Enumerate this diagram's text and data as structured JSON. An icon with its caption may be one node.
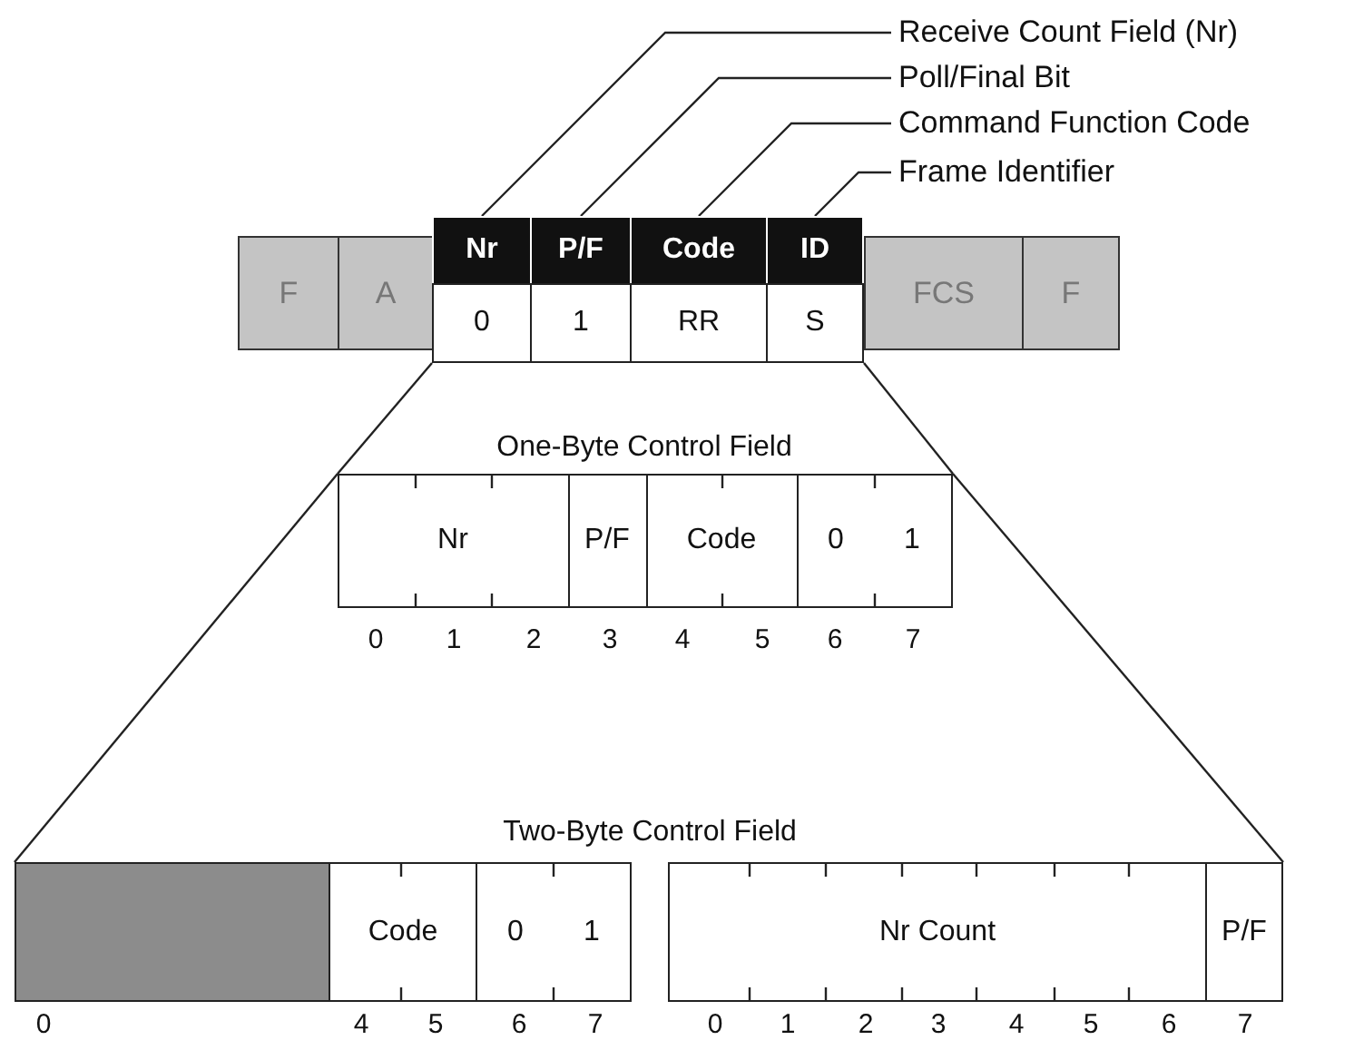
{
  "diagram": {
    "nodes": [
      {
        "text": [
          "Receive Count Field (Nr)"
        ]
      },
      {
        "text": [
          "Poll/Final Bit"
        ]
      },
      {
        "text": [
          "Command Function Code"
        ]
      },
      {
        "text": [
          "Frame Identifier"
        ]
      },
      {
        "text": [
          "F"
        ]
      },
      {
        "text": [
          "A"
        ]
      },
      {
        "text": [
          "Nr"
        ]
      },
      {
        "text": [
          "P/F"
        ]
      },
      {
        "text": [
          "Code"
        ]
      },
      {
        "text": [
          "ID"
        ]
      },
      {
        "text": [
          "0"
        ]
      },
      {
        "text": [
          "1"
        ]
      },
      {
        "text": [
          "RR"
        ]
      },
      {
        "text": [
          "S"
        ]
      },
      {
        "text": [
          "FCS"
        ]
      },
      {
        "text": [
          "F"
        ]
      },
      {
        "text": [],
        "shape": "box"
      },
      {
        "text": [
          "Nr"
        ],
        "in": 16
      },
      {
        "text": [
          "P/F"
        ],
        "in": 16
      },
      {
        "text": [
          "Code"
        ],
        "in": 16
      },
      {
        "text": [
          "0",
          "1"
        ],
        "in": 16
      },
      {
        "text": [],
        "shape": "box"
      },
      {
        "text": [
          "Code"
        ]
      },
      {
        "text": [
          "0",
          "1"
        ]
      },
      {
        "text": [
          "Nr Count"
        ]
      },
      {
        "text": [
          "P/F"
        ]
      }
    ],
    "edges": [
      {
        "from": 0,
        "to": 6,
        "arrow": "none"
      },
      {
        "from": 1,
        "to": 7,
        "arrow": "none"
      },
      {
        "from": 2,
        "to": 8,
        "arrow": "none"
      },
      {
        "from": 3,
        "to": 9,
        "arrow": "none"
      },
      {
        "from": 10,
        "to": 16,
        "arrow": "none"
      },
      {
        "from": 13,
        "to": 16,
        "arrow": "none"
      },
      {
        "from": 16,
        "to": 21,
        "arrow": "none"
      },
      {
        "from": 16,
        "to": 25,
        "arrow": "none"
      }
    ],
    "labels": [
      "One-Byte Control Field",
      "0",
      "1",
      "2",
      "3",
      "4",
      "5",
      "6",
      "7",
      "Two-Byte Control Field",
      "0",
      "4",
      "5",
      "6",
      "7",
      "0",
      "1",
      "2",
      "3",
      "4",
      "5",
      "6",
      "7"
    ]
  }
}
